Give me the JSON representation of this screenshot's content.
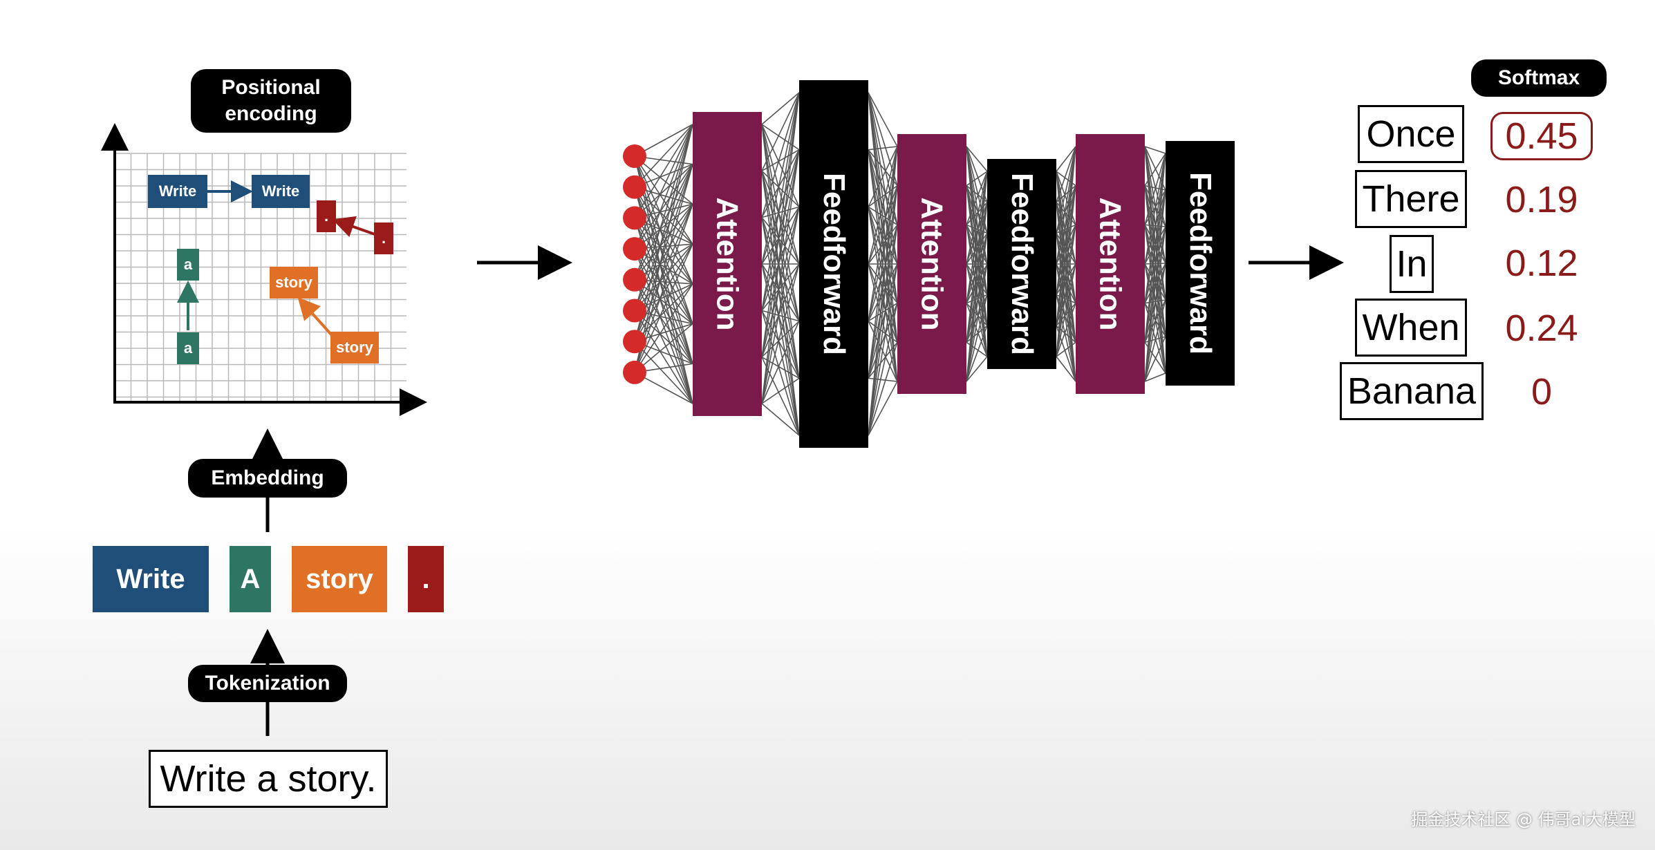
{
  "labels": {
    "positional_encoding": "Positional\nencoding",
    "embedding": "Embedding",
    "tokenization": "Tokenization",
    "softmax": "Softmax",
    "input_sentence": "Write a story."
  },
  "tokens": [
    {
      "text": "Write",
      "color": "#1f4e79"
    },
    {
      "text": "A",
      "color": "#2e7563"
    },
    {
      "text": "story",
      "color": "#e07025"
    },
    {
      "text": ".",
      "color": "#9b1b1b"
    }
  ],
  "grid_tokens": {
    "write_from": "Write",
    "write_to": "Write",
    "a_from": "a",
    "a_to": "a",
    "story_from": "story",
    "story_to": "story",
    "dot_from": ".",
    "dot_to": "."
  },
  "layers": [
    {
      "label": "Attention",
      "kind": "attention"
    },
    {
      "label": "Feedforward",
      "kind": "feedforward"
    },
    {
      "label": "Attention",
      "kind": "attention"
    },
    {
      "label": "Feedforward",
      "kind": "feedforward"
    },
    {
      "label": "Attention",
      "kind": "attention"
    },
    {
      "label": "Feedforward",
      "kind": "feedforward"
    }
  ],
  "softmax_outputs": [
    {
      "word": "Once",
      "prob": "0.45",
      "highlighted": true
    },
    {
      "word": "There",
      "prob": "0.19",
      "highlighted": false
    },
    {
      "word": "In",
      "prob": "0.12",
      "highlighted": false
    },
    {
      "word": "When",
      "prob": "0.24",
      "highlighted": false
    },
    {
      "word": "Banana",
      "prob": "0",
      "highlighted": false
    }
  ],
  "watermark": "掘金技术社区 @ 伟哥ai大模型",
  "colors": {
    "attention": "#7a1a4a",
    "feedforward": "#000000",
    "input_node": "#d42a2a",
    "prob_text": "#8b1a1a"
  }
}
